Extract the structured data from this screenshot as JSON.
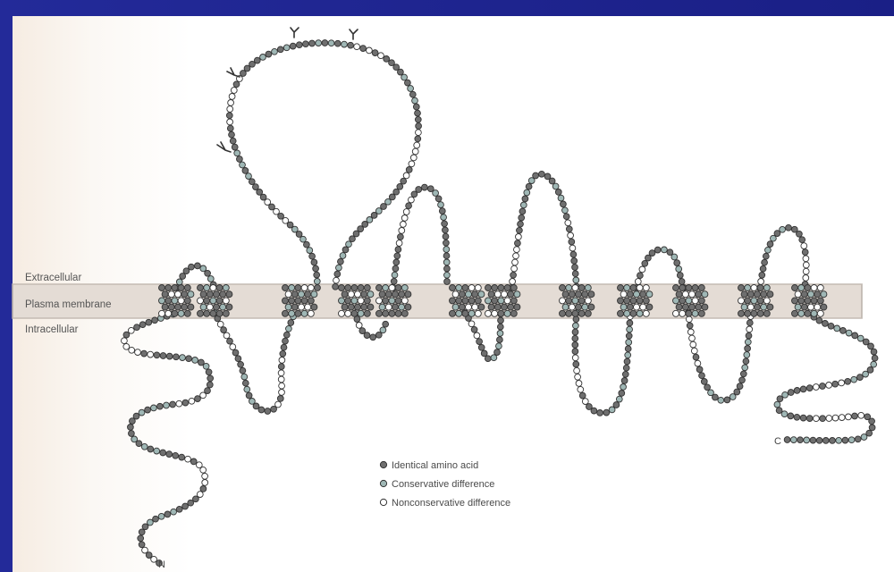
{
  "regions": {
    "extracellular": "Extracellular",
    "membrane": "Plasma membrane",
    "intracellular": "Intracellular"
  },
  "legend": [
    {
      "label": "Identical amino acid",
      "symbol": "identical"
    },
    {
      "label": "Conservative difference",
      "symbol": "conservative"
    },
    {
      "label": "Nonconservative difference",
      "symbol": "nonconservative"
    }
  ],
  "termini": {
    "n": "N",
    "c": "C"
  },
  "colors": {
    "identical": "#6f6f6f",
    "conservative": "#9fb7b5",
    "nonconservative": "#ffffff",
    "outline": "#333333",
    "membrane_band": "#ddd5cf",
    "background": "#1f2590"
  },
  "glycosylation_sites": 4,
  "transmembrane_segments": 12
}
